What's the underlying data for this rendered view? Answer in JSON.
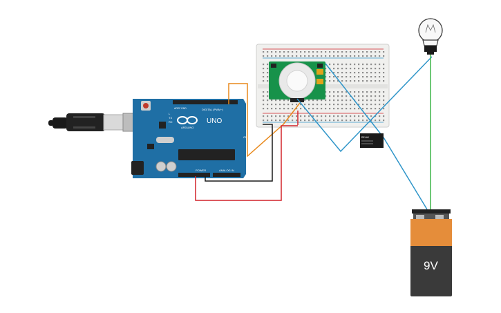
{
  "arduino": {
    "brand": "ARDUINO",
    "model": "UNO",
    "digital_label": "DIGITAL (PWM~)",
    "power_label": "POWER",
    "analog_label": "ANALOG IN",
    "tx_label": "TX",
    "rx_label": "RX",
    "l_label": "L",
    "aref_label": "AREF",
    "gnd_label": "GND",
    "on_label": "ON"
  },
  "battery": {
    "label": "9V"
  },
  "relay": {
    "label": "RELAY"
  },
  "colors": {
    "arduino_blue": "#1f6fa5",
    "wire_orange": "#e8891c",
    "wire_red": "#d2232a",
    "wire_black": "#1a1a1a",
    "wire_blue": "#2f95c9",
    "wire_green": "#3fb54a",
    "breadboard": "#f0f0ee",
    "pir_board": "#17924a",
    "battery_orange": "#e58d3a",
    "battery_dark": "#3a3a3a"
  }
}
